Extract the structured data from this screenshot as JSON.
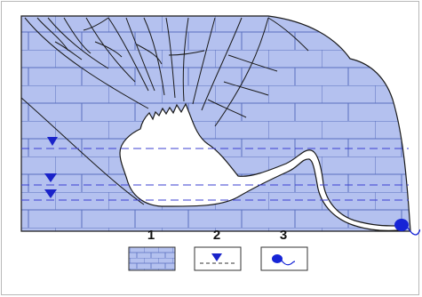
{
  "colors": {
    "limestone": "#b4c1ef",
    "mortar": "#5a6fbf",
    "outline": "#1a1a1a",
    "water_line": "#3b3fd0",
    "water_marker": "#1a23c9",
    "spring": "#1624d6",
    "void": "#ffffff"
  },
  "legend": {
    "item1": {
      "number": "1",
      "icon": "limestone-brick-icon"
    },
    "item2": {
      "number": "2",
      "icon": "water-level-icon"
    },
    "item3": {
      "number": "3",
      "icon": "spring-icon"
    }
  }
}
